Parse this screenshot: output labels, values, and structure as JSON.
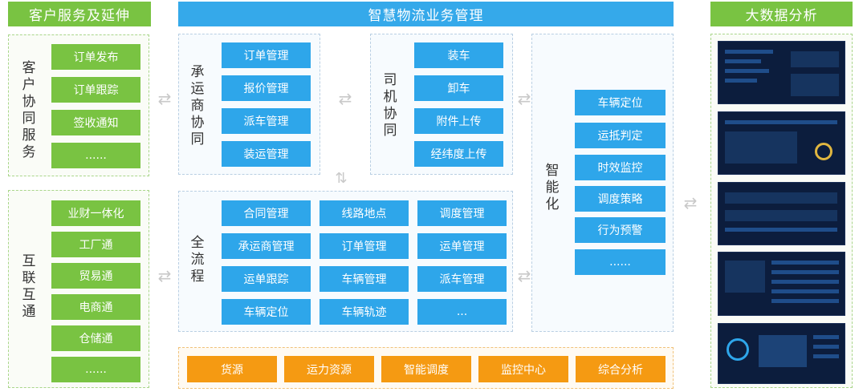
{
  "customer": {
    "title": "客户服务及延伸",
    "collab_label": "客户协同服务",
    "collab_items": [
      "订单发布",
      "订单跟踪",
      "签收通知",
      "......"
    ],
    "interconnect_label": "互联互通",
    "interconnect_items": [
      "业财一体化",
      "工厂通",
      "贸易通",
      "电商通",
      "仓储通",
      "......"
    ]
  },
  "logistics": {
    "title": "智慧物流业务管理",
    "carrier_label": "承运商协同",
    "carrier_items": [
      "订单管理",
      "报价管理",
      "派车管理",
      "装运管理"
    ],
    "driver_label": "司机协同",
    "driver_items": [
      "装车",
      "卸车",
      "附件上传",
      "经纬度上传"
    ],
    "process_label": "全流程",
    "process_items": [
      "合同管理",
      "线路地点",
      "调度管理",
      "承运商管理",
      "订单管理",
      "运单管理",
      "运单跟踪",
      "车辆管理",
      "派车管理",
      "车辆定位",
      "车辆轨迹",
      "..."
    ],
    "smart_label": "智能化",
    "smart_items": [
      "车辆定位",
      "运抵判定",
      "时效监控",
      "调度策略",
      "行为预警",
      "......"
    ],
    "bottom_items": [
      "货源",
      "运力资源",
      "智能调度",
      "监控中心",
      "综合分析"
    ]
  },
  "bigdata": {
    "title": "大数据分析",
    "thumbnails": [
      "dashboard-1",
      "dashboard-2",
      "dashboard-3",
      "dashboard-4",
      "dashboard-5"
    ]
  },
  "colors": {
    "green": "#79c342",
    "blue": "#2ea6ea",
    "orange": "#f59a12",
    "dark_dashboard": "#0c1d3d"
  }
}
